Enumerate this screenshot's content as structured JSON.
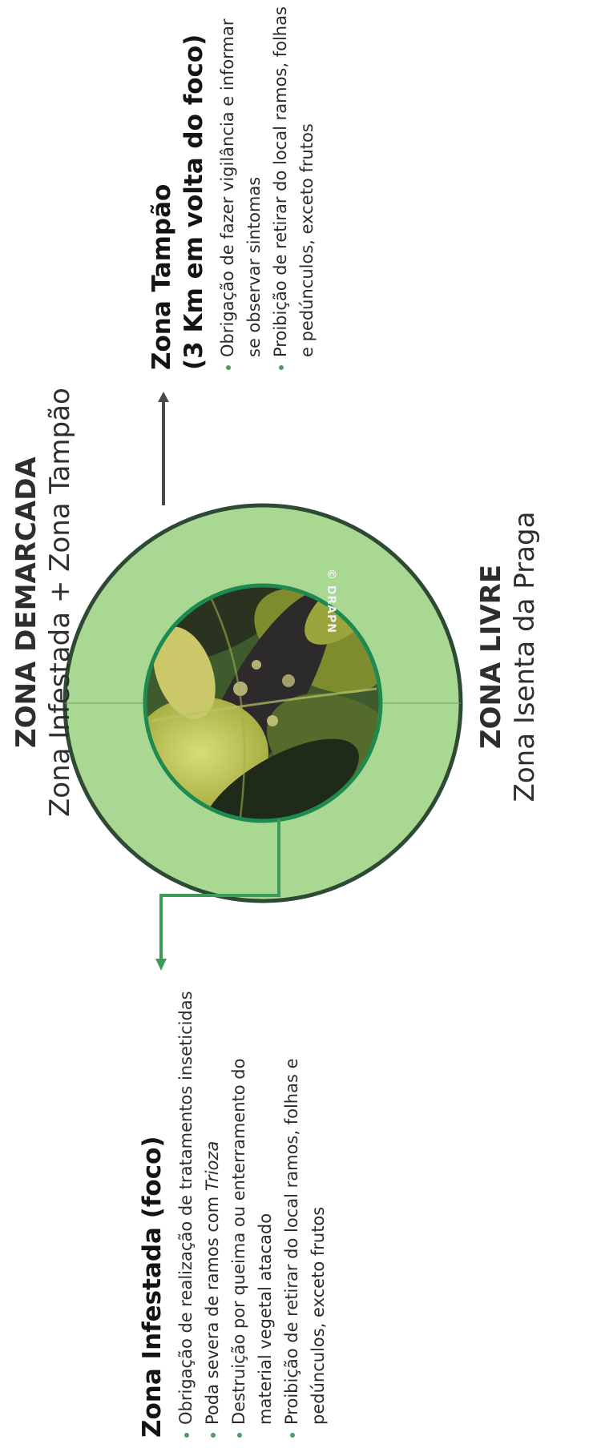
{
  "demarcada": {
    "title": "ZONA DEMARCADA",
    "subtitle": "Zona Infestada + Zona Tampão"
  },
  "livre": {
    "title": "ZONA LIVRE",
    "subtitle": "Zona Isenta da Praga"
  },
  "tampao": {
    "title": "Zona Tampão",
    "subtitle": "(3 Km em volta do foco)",
    "items": [
      "Obrigação de fazer vigilância e informar se observar sintomas",
      "Proibição de retirar do local ramos, folhas e pedúnculos, exceto frutos"
    ]
  },
  "infestada": {
    "title": "Zona Infestada (foco)",
    "items": {
      "item1": "Obrigação de realização de tratamentos inseticidas",
      "item2_pre": "Poda severa de ramos com ",
      "item2_species": "Trioza",
      "item3": "Destruição por queima ou enterramento do material vegetal atacado",
      "item4": "Proibição de retirar do local  ramos, folhas e pedúnculos,  exceto frutos"
    }
  },
  "photo": {
    "credit": "© DRAPN"
  },
  "colors": {
    "outer_ring_fill": "#a8d891",
    "ring_border": "#2f4a34",
    "inner_border": "#1f8a4f",
    "arrow_dark": "#4a4a4a",
    "arrow_green": "#3e9a5a",
    "bullet": "#4f9a63"
  }
}
